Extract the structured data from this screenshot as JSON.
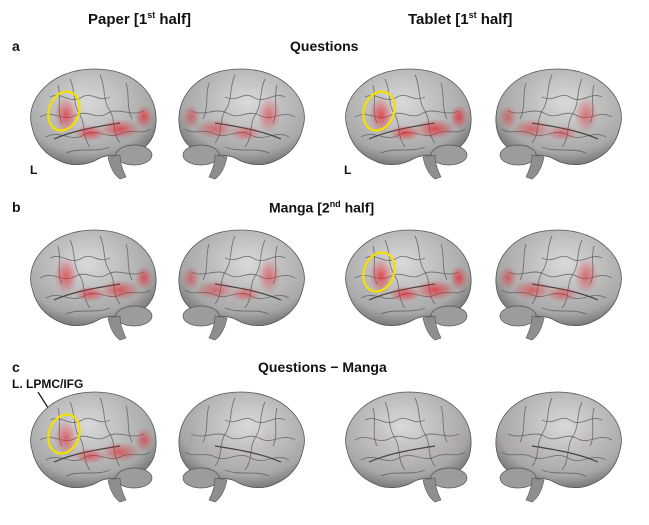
{
  "headers": {
    "paper": {
      "main": "Paper [1",
      "sup": "st",
      "tail": " half]"
    },
    "tablet": {
      "main": "Tablet [1",
      "sup": "st",
      "tail": " half]"
    }
  },
  "panels": [
    {
      "letter": "a",
      "title_main": "Questions",
      "title_sup": "",
      "title_tail": ""
    },
    {
      "letter": "b",
      "title_main": "Manga [2",
      "title_sup": "nd",
      "title_tail": " half]"
    },
    {
      "letter": "c",
      "title_main": "Questions − Manga",
      "title_sup": "",
      "title_tail": ""
    }
  ],
  "hemisphere_label": "L",
  "annotation": "L. LPMC/IFG",
  "colors": {
    "activation": "#e8202a",
    "highlight_ring": "#f4e000",
    "brain_light": "#d9d9d9",
    "brain_dark": "#6a6a6a"
  },
  "brain_views": [
    "left-lateral",
    "right-lateral",
    "left-lateral",
    "right-lateral"
  ],
  "activation_levels": {
    "a": [
      0.8,
      0.6,
      0.85,
      0.6
    ],
    "b": [
      0.75,
      0.6,
      0.85,
      0.65
    ],
    "c": [
      0.7,
      0.05,
      0.05,
      0.05
    ]
  },
  "highlights": {
    "a": [
      true,
      false,
      true,
      false
    ],
    "b": [
      false,
      false,
      true,
      false
    ],
    "c": [
      true,
      false,
      false,
      false
    ]
  }
}
